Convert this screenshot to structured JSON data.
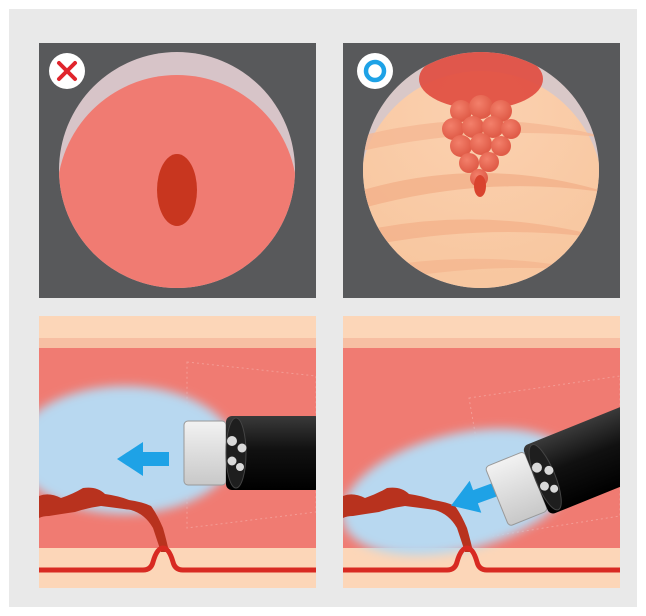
{
  "panels": [
    {
      "id": "wrong-endoscopic-view",
      "verdict": "incorrect",
      "mark": "×"
    },
    {
      "id": "correct-endoscopic-view",
      "verdict": "correct",
      "mark": "○"
    },
    {
      "id": "wrong-side-view",
      "direction": "straight-ahead"
    },
    {
      "id": "correct-side-view",
      "direction": "angled-down"
    }
  ],
  "colors": {
    "background": "#e9e9e9",
    "panel_dark": "#58595b",
    "mucosa": "#f07b72",
    "lesion": "#c8361f",
    "tissue_light": "#fcd6b8",
    "field_of_view": "#b8d8f0",
    "arrow": "#1ea2e6",
    "vessel": "#d82a22",
    "wrong_mark": "#e0242c",
    "correct_mark": "#1ea2e6",
    "scope_body": "#1a1a1a"
  },
  "icons": {
    "wrong": "cross-mark-icon",
    "correct": "circle-mark-icon",
    "arrow": "direction-arrow-icon"
  }
}
